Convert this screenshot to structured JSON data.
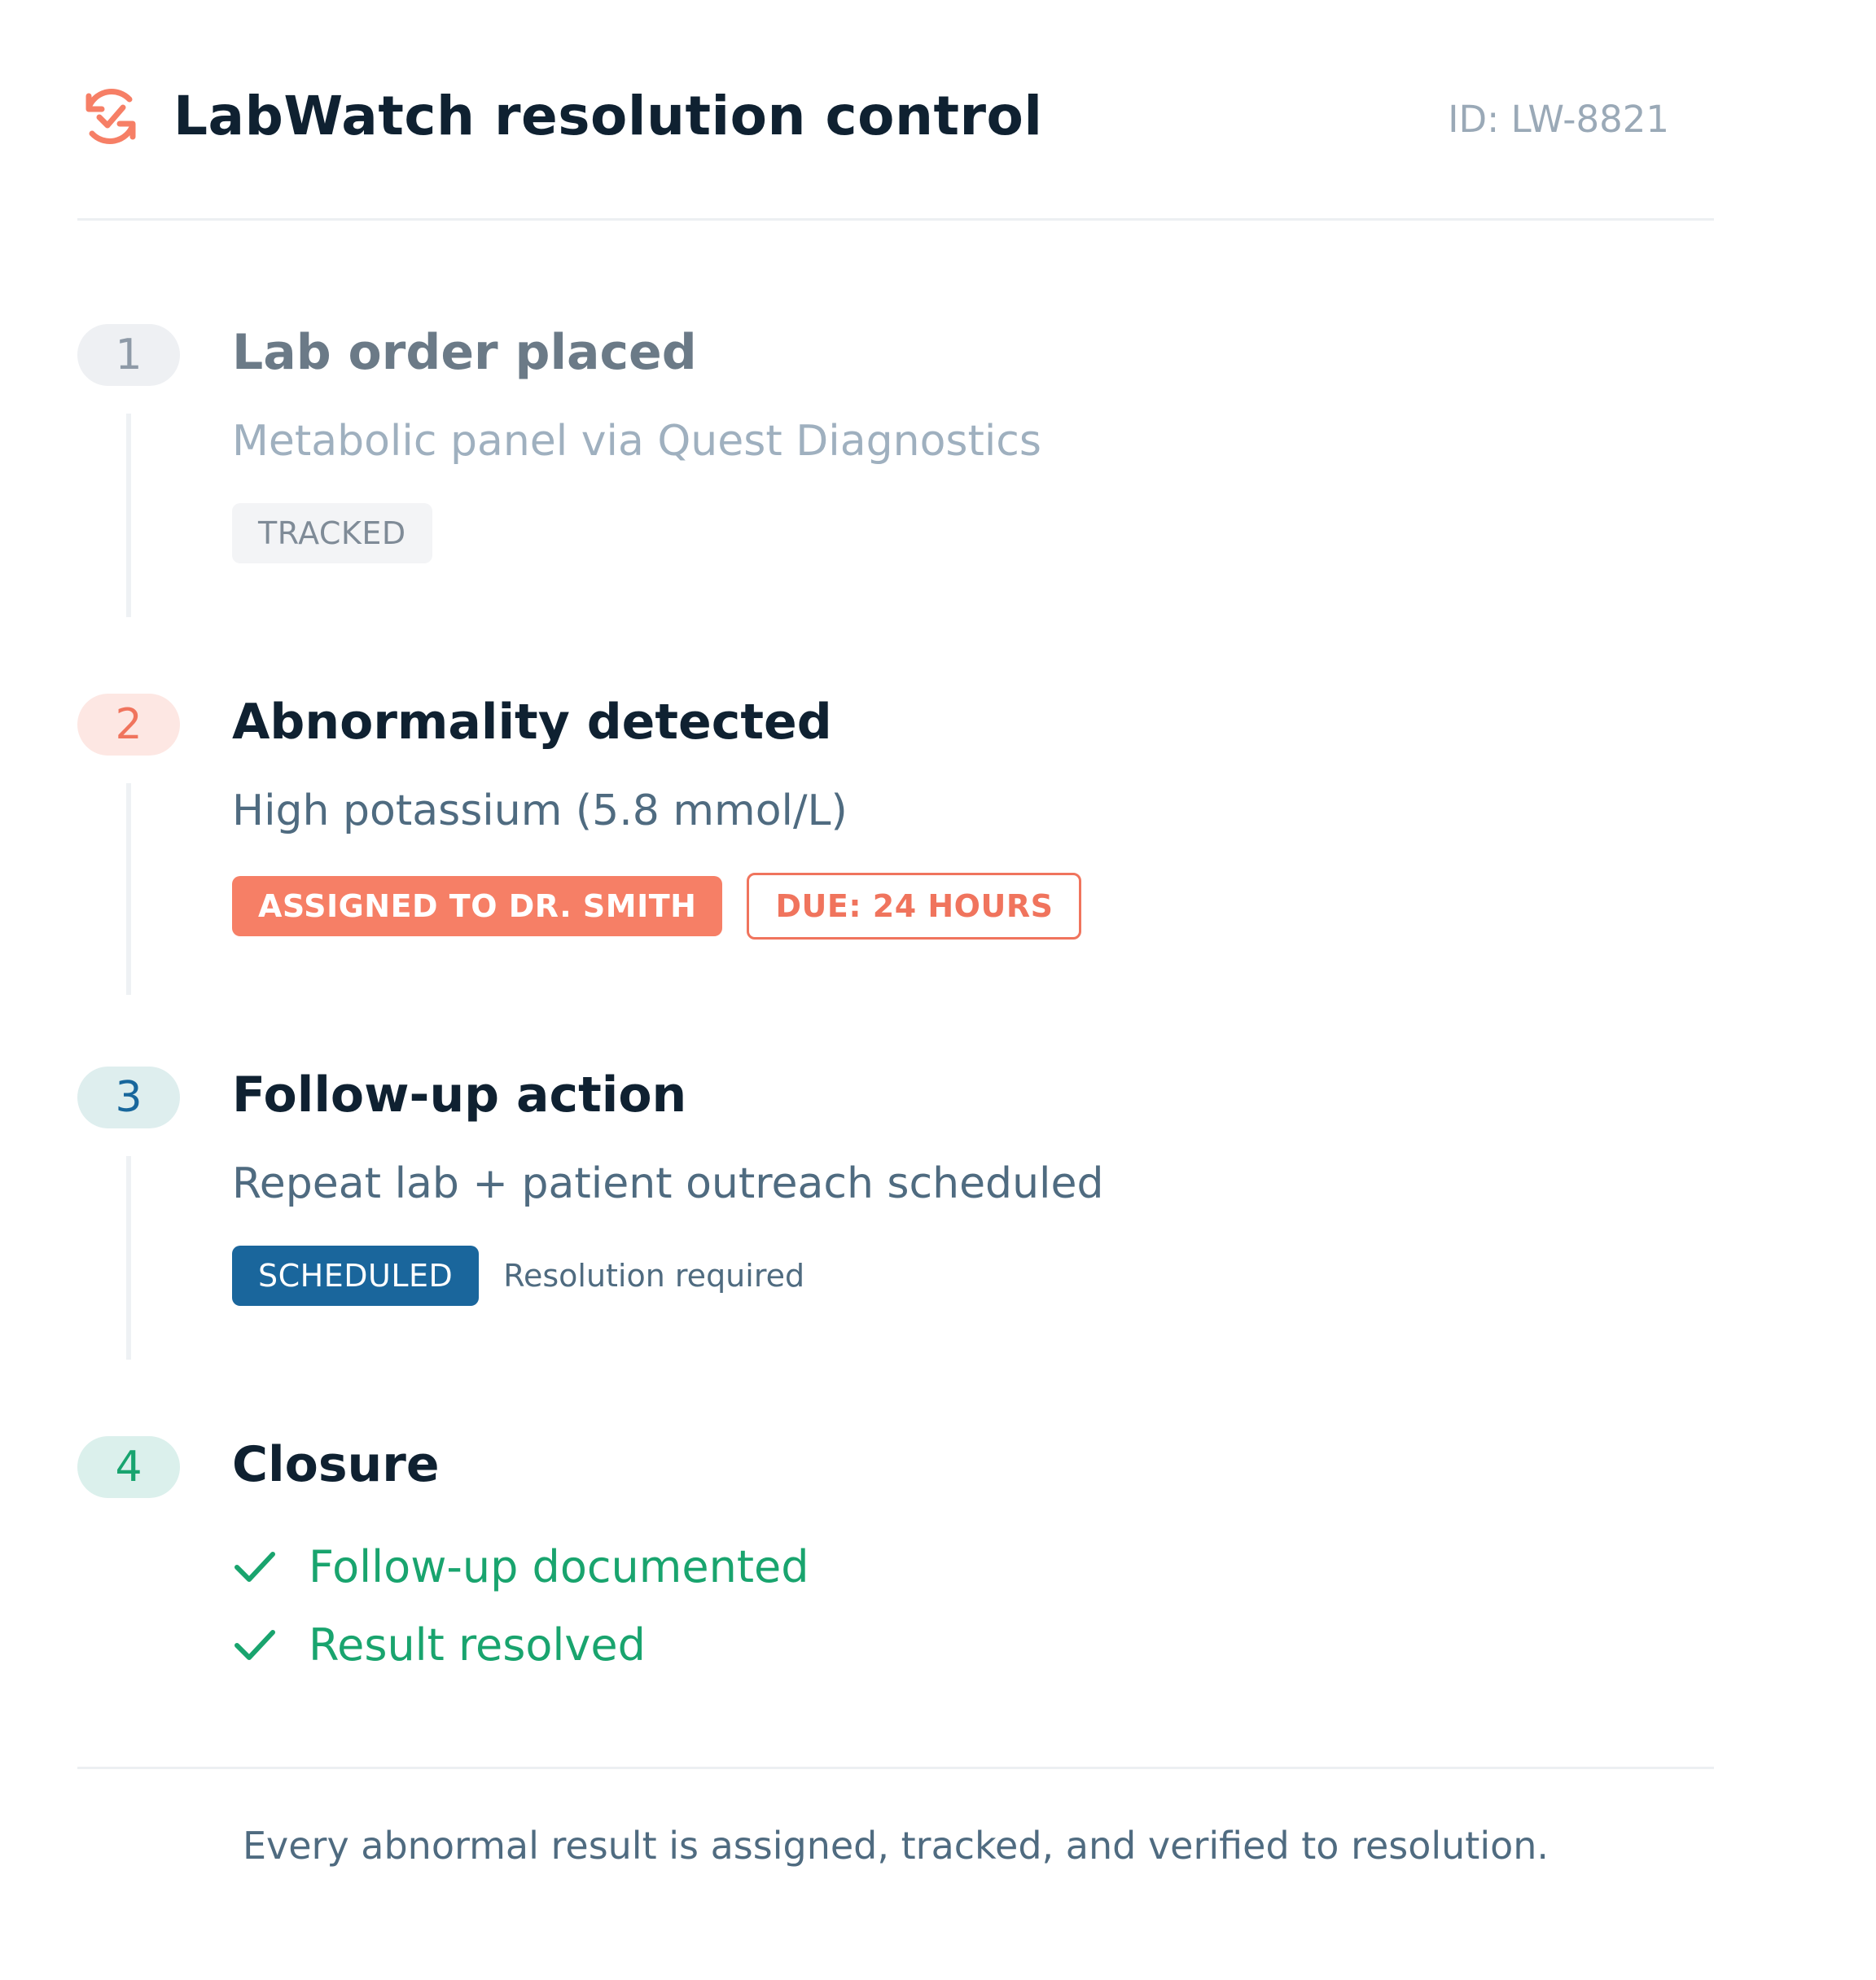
{
  "header": {
    "title": "LabWatch resolution control",
    "record_id": "ID: LW-8821",
    "logo_icon": "refresh-check-icon"
  },
  "colors": {
    "coral": "#f67f66",
    "navy": "#1a669c",
    "green": "#19a46e",
    "muted_gray": "#8e9aa7"
  },
  "steps": [
    {
      "number": "1",
      "title": "Lab order placed",
      "description": "Metabolic panel via Quest Diagnostics",
      "badges": [
        "TRACKED"
      ]
    },
    {
      "number": "2",
      "title": "Abnormality detected",
      "description": "High potassium (5.8 mmol/L)",
      "badges": [
        "ASSIGNED TO DR. SMITH",
        "DUE: 24 HOURS"
      ]
    },
    {
      "number": "3",
      "title": "Follow-up action",
      "description": "Repeat lab + patient outreach scheduled",
      "badges": [
        "SCHEDULED"
      ],
      "note": "Resolution required"
    },
    {
      "number": "4",
      "title": "Closure",
      "checklist": [
        {
          "label": "Follow-up documented",
          "icon": "checkmark-icon"
        },
        {
          "label": "Result resolved",
          "icon": "checkmark-icon"
        }
      ]
    }
  ],
  "footer": {
    "note": "Every abnormal result is assigned, tracked, and verified to resolution."
  }
}
